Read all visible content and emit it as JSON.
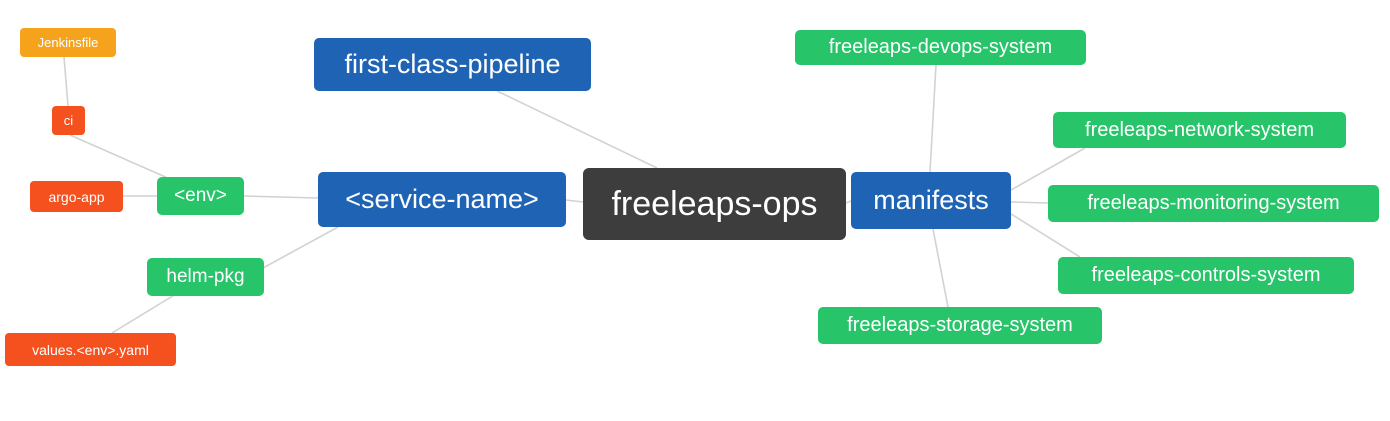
{
  "diagram": {
    "line_color": "#d2d2d2",
    "palette": {
      "blue": "#1f63b5",
      "green": "#27c46a",
      "orange_red": "#f4511e",
      "amber": "#f5a31c",
      "dark": "#3d3d3d"
    },
    "nodes": {
      "freeleaps_ops": {
        "label": "freeleaps-ops",
        "color": "#3d3d3d"
      },
      "first_class_pipeline": {
        "label": "first-class-pipeline",
        "color": "#1f63b5"
      },
      "service_name": {
        "label": "<service-name>",
        "color": "#1f63b5"
      },
      "manifests": {
        "label": "manifests",
        "color": "#1f63b5"
      },
      "env": {
        "label": "<env>",
        "color": "#27c46a"
      },
      "helm_pkg": {
        "label": "helm-pkg",
        "color": "#27c46a"
      },
      "ci": {
        "label": "ci",
        "color": "#f4511e"
      },
      "argo_app": {
        "label": "argo-app",
        "color": "#f4511e"
      },
      "jenkinsfile": {
        "label": "Jenkinsfile",
        "color": "#f5a31c"
      },
      "values_env_yaml": {
        "label": "values.<env>.yaml",
        "color": "#f4511e"
      },
      "devops_system": {
        "label": "freeleaps-devops-system",
        "color": "#27c46a"
      },
      "network_system": {
        "label": "freeleaps-network-system",
        "color": "#27c46a"
      },
      "monitoring_system": {
        "label": "freeleaps-monitoring-system",
        "color": "#27c46a"
      },
      "controls_system": {
        "label": "freeleaps-controls-system",
        "color": "#27c46a"
      },
      "storage_system": {
        "label": "freeleaps-storage-system",
        "color": "#27c46a"
      }
    },
    "edges": [
      [
        "jenkinsfile",
        "ci"
      ],
      [
        "ci",
        "env"
      ],
      [
        "argo_app",
        "env"
      ],
      [
        "env",
        "service_name"
      ],
      [
        "helm_pkg",
        "service_name"
      ],
      [
        "values_env_yaml",
        "helm_pkg"
      ],
      [
        "first_class_pipeline",
        "freeleaps_ops"
      ],
      [
        "service_name",
        "freeleaps_ops"
      ],
      [
        "freeleaps_ops",
        "manifests"
      ],
      [
        "manifests",
        "devops_system"
      ],
      [
        "manifests",
        "network_system"
      ],
      [
        "manifests",
        "monitoring_system"
      ],
      [
        "manifests",
        "controls_system"
      ],
      [
        "manifests",
        "storage_system"
      ]
    ]
  }
}
